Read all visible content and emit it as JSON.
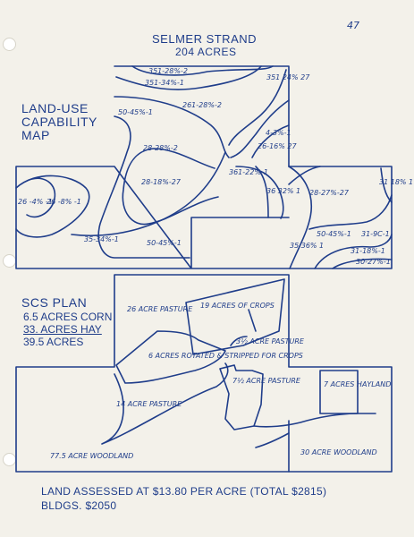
{
  "page_number": "47",
  "header": {
    "title": "SELMER STRAND",
    "acres": "204 ACRES"
  },
  "section1": {
    "title_lines": [
      "LAND-USE",
      "CAPABILITY",
      "MAP"
    ]
  },
  "capability_labels": [
    "351-28%-2",
    "351-34%-1",
    "261-28%-2",
    "50-45%-1",
    "351 24% 27",
    "4-3%-1",
    "26-16% 27",
    "28-28%-2",
    "28-18%-27",
    "361-22%-1",
    "36 32% 1",
    "28-27%-27",
    "31 18% 1",
    "26 -4% -1",
    "26 -8% -1",
    "35-34%-1",
    "50-45%-1",
    "50-45%-1",
    "31-9C-1",
    "35 36% 1",
    "31-18%-1",
    "30-27%-1"
  ],
  "section2": {
    "title": "SCS PLAN",
    "lines": [
      "6.5 ACRES CORN",
      "33.   ACRES HAY",
      "39.5 ACRES"
    ]
  },
  "plan_labels": [
    "26 ACRE PASTURE",
    "19 ACRES OF CROPS",
    "3½ ACRE PASTURE",
    "6 ACRES ROTATED & STRIPPED FOR CROPS",
    "7½ ACRE PASTURE",
    "7 ACRES HAYLAND",
    "14 ACRE PASTURE",
    "77.5 ACRE WOODLAND",
    "30 ACRE WOODLAND"
  ],
  "footer": {
    "assessment": "LAND ASSESSED AT $13.80 PER ACRE (TOTAL $2815)",
    "buildings": "BLDGS. $2050"
  },
  "colors": {
    "ink": "#1f3d8a",
    "paper": "#f3f1ea"
  }
}
